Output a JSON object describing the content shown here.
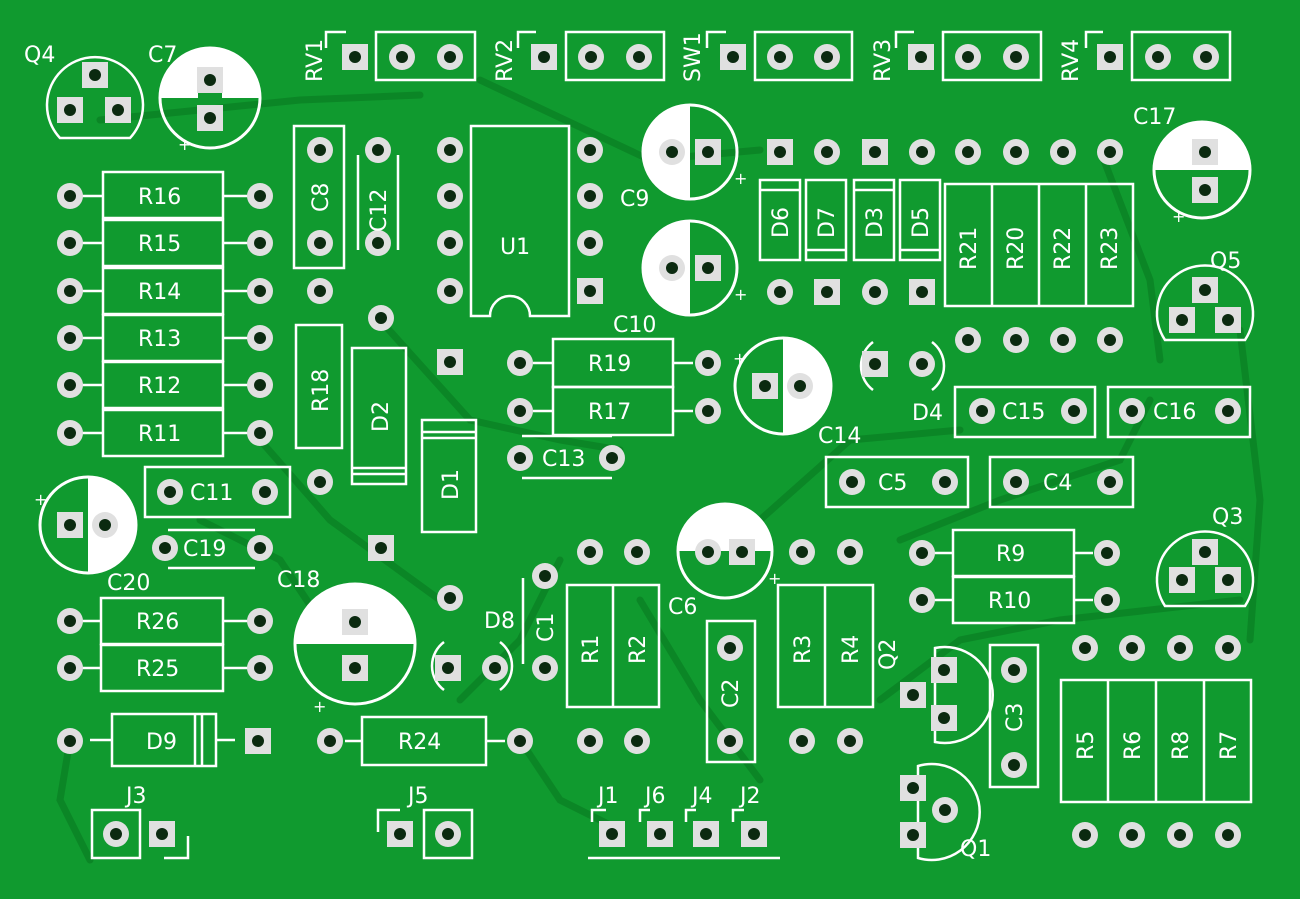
{
  "colors": {
    "board": "#109a2f",
    "board_dark": "#0a7a22",
    "trace": "#0c8728",
    "silk": "#ffffff",
    "copper": "#d9d9d9",
    "hole": "#0b2a10"
  },
  "labels": {
    "Q4": "Q4",
    "C7": "C7",
    "RV1": "RV1",
    "RV2": "RV2",
    "SW1": "SW1",
    "RV3": "RV3",
    "RV4": "RV4",
    "C17": "C17",
    "R16": "R16",
    "R15": "R15",
    "R14": "R14",
    "R13": "R13",
    "R12": "R12",
    "R11": "R11",
    "C8": "C8",
    "C12": "C12",
    "U1": "U1",
    "C9": "C9",
    "D6": "D6",
    "D7": "D7",
    "D3": "D3",
    "D5": "D5",
    "R21": "R21",
    "R20": "R20",
    "R22": "R22",
    "R23": "R23",
    "Q5": "Q5",
    "R18": "R18",
    "D2": "D2",
    "D1": "D1",
    "C10": "C10",
    "R19": "R19",
    "R17": "R17",
    "C13": "C13",
    "D4": "D4",
    "C15": "C15",
    "C16": "C16",
    "C14": "C14",
    "C5": "C5",
    "C4": "C4",
    "C11": "C11",
    "C19": "C19",
    "C20": "C20",
    "C18": "C18",
    "R26": "R26",
    "R25": "R25",
    "D8": "D8",
    "C1": "C1",
    "R1": "R1",
    "R2": "R2",
    "C6": "C6",
    "R3": "R3",
    "R4": "R4",
    "R9": "R9",
    "R10": "R10",
    "Q3": "Q3",
    "Q2": "Q2",
    "C2": "C2",
    "C3": "C3",
    "R5": "R5",
    "R6": "R6",
    "R8": "R8",
    "R7": "R7",
    "D9": "D9",
    "R24": "R24",
    "J3": "J3",
    "J5": "J5",
    "J1": "J1",
    "J6": "J6",
    "J4": "J4",
    "J2": "J2",
    "Q1": "Q1"
  }
}
